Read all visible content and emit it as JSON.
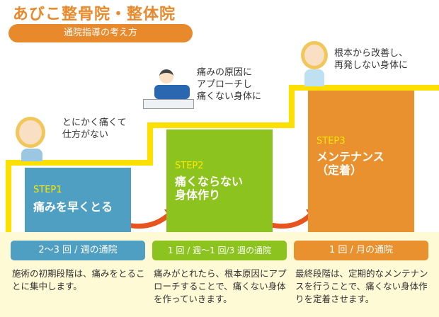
{
  "header": {
    "title": "あびこ整骨院・整体院",
    "subtitle": "通院指導の考え方"
  },
  "captions": [
    "とにかく痛くて\n仕方がない",
    "痛みの原因に\nアプローチし\n痛くない身体に",
    "根本から改善し、\n再発しない身体に"
  ],
  "steps": [
    {
      "step": "STEP1",
      "title": "痛みを早くとる",
      "frequency": "2〜3 回 / 週の通院",
      "description": "施術の初期段階は、痛みをとることに集中します。",
      "color": "#4f9fc2"
    },
    {
      "step": "STEP2",
      "title": "痛くならない\n身体作り",
      "frequency": "1 回 / 週〜1 回/3 週の通院",
      "description": "痛みがとれたら、根本原因にアプローチすることで、痛くない身体を作っていきます。",
      "color": "#8dc31e"
    },
    {
      "step": "STEP3",
      "title": "メンテナンス\n（定着）",
      "frequency": "1 回 / 月の通院",
      "description": "最終段階は、定期的なメンテナンスを行うことで、痛くない身体作りを定着させます。",
      "color": "#e8912e"
    }
  ]
}
